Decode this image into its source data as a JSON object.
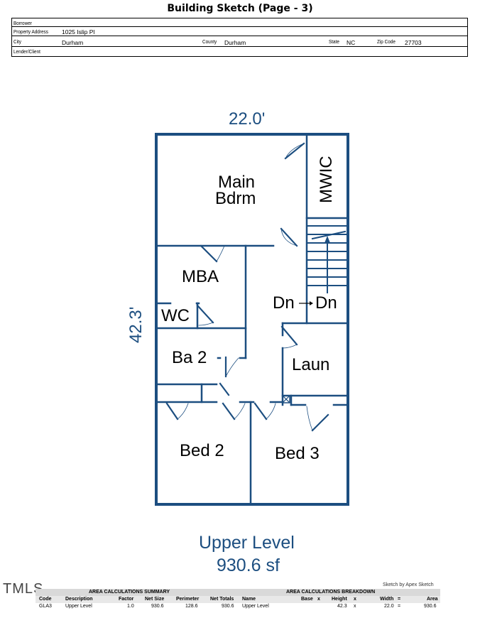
{
  "title": "Building Sketch (Page - 3)",
  "header": {
    "borrower_label": "Borrower",
    "borrower_value": "",
    "property_label": "Property Address",
    "property_value": "1025 Islip Pl",
    "city_label": "City",
    "city_value": "Durham",
    "county_label": "County",
    "county_value": "Durham",
    "state_label": "State",
    "state_value": "NC",
    "zip_label": "Zip Code",
    "zip_value": "27703",
    "lender_label": "Lender/Client",
    "lender_value": ""
  },
  "sketch": {
    "width_dim": "22.0'",
    "height_dim": "42.3'",
    "rooms": {
      "main_bdrm_1": "Main",
      "main_bdrm_2": "Bdrm",
      "mwic": "MWIC",
      "mba": "MBA",
      "wc": "WC",
      "dn_left": "Dn",
      "dn_right": "Dn",
      "ba2": "Ba 2",
      "laun": "Laun",
      "bed2": "Bed 2",
      "bed3": "Bed 3"
    },
    "level_name": "Upper Level",
    "level_area": "930.6 sf",
    "line_color": "#1c4e80"
  },
  "logo": "TMLS",
  "credit": "Sketch by Apex Sketch",
  "summary": {
    "title": "AREA CALCULATIONS SUMMARY",
    "columns": [
      "Code",
      "Description",
      "Factor",
      "Net Size",
      "Perimeter",
      "Net Totals"
    ],
    "row": [
      "GLA3",
      "Upper Level",
      "1.0",
      "930.6",
      "128.6",
      "930.6"
    ]
  },
  "breakdown": {
    "title": "AREA CALCULATIONS BREAKDOWN",
    "columns": [
      "Name",
      "Base",
      "x",
      "Height",
      "x",
      "Width",
      "=",
      "Area"
    ],
    "row": [
      "Upper Level",
      "",
      "",
      "42.3",
      "x",
      "22.0",
      "=",
      "930.6"
    ]
  }
}
